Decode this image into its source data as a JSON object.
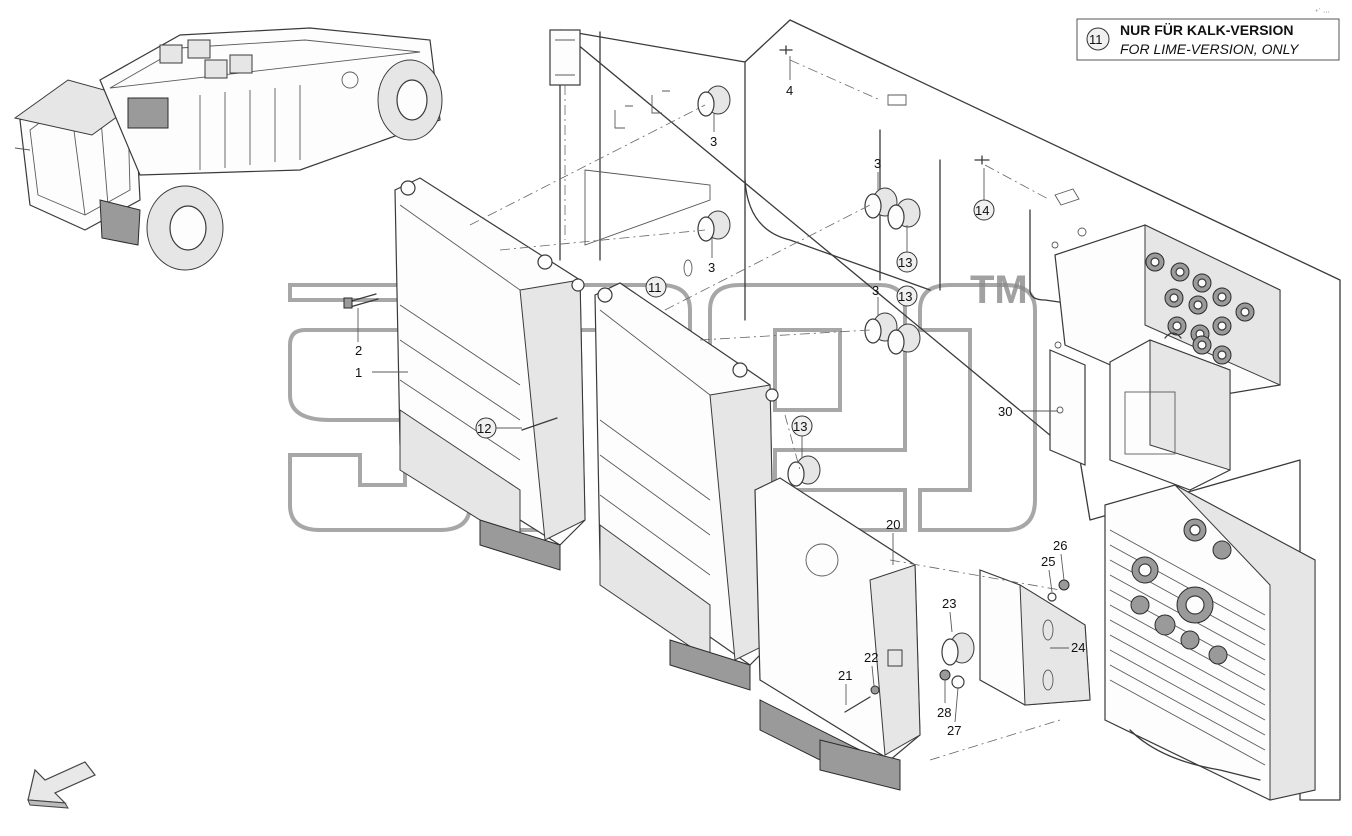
{
  "legend": {
    "circle_number": "11",
    "line_de": "NUR FÜR KALK-VERSION",
    "line_en": "FOR LIME-VERSION, ONLY"
  },
  "watermark": {
    "trademark": "TM"
  },
  "corner_mark": "⁺˙ ···",
  "callouts": {
    "c1": "1",
    "c2": "2",
    "c3a": "3",
    "c3b": "3",
    "c3c": "3",
    "c3d": "3",
    "c4": "4",
    "c11": "11",
    "c12": "12",
    "c13a": "13",
    "c13b": "13",
    "c13c": "13",
    "c14": "14",
    "c20": "20",
    "c21": "21",
    "c22": "22",
    "c23": "23",
    "c24": "24",
    "c25": "25",
    "c26": "26",
    "c27": "27",
    "c28": "28",
    "c30": "30"
  },
  "colors": {
    "line": "#3a3a3a",
    "watermark": "#8a8a8a",
    "background": "#ffffff"
  },
  "icons": {
    "direction_arrow": "arrow-down-left-icon",
    "machine_overview": "road-recycler-machine-icon"
  }
}
